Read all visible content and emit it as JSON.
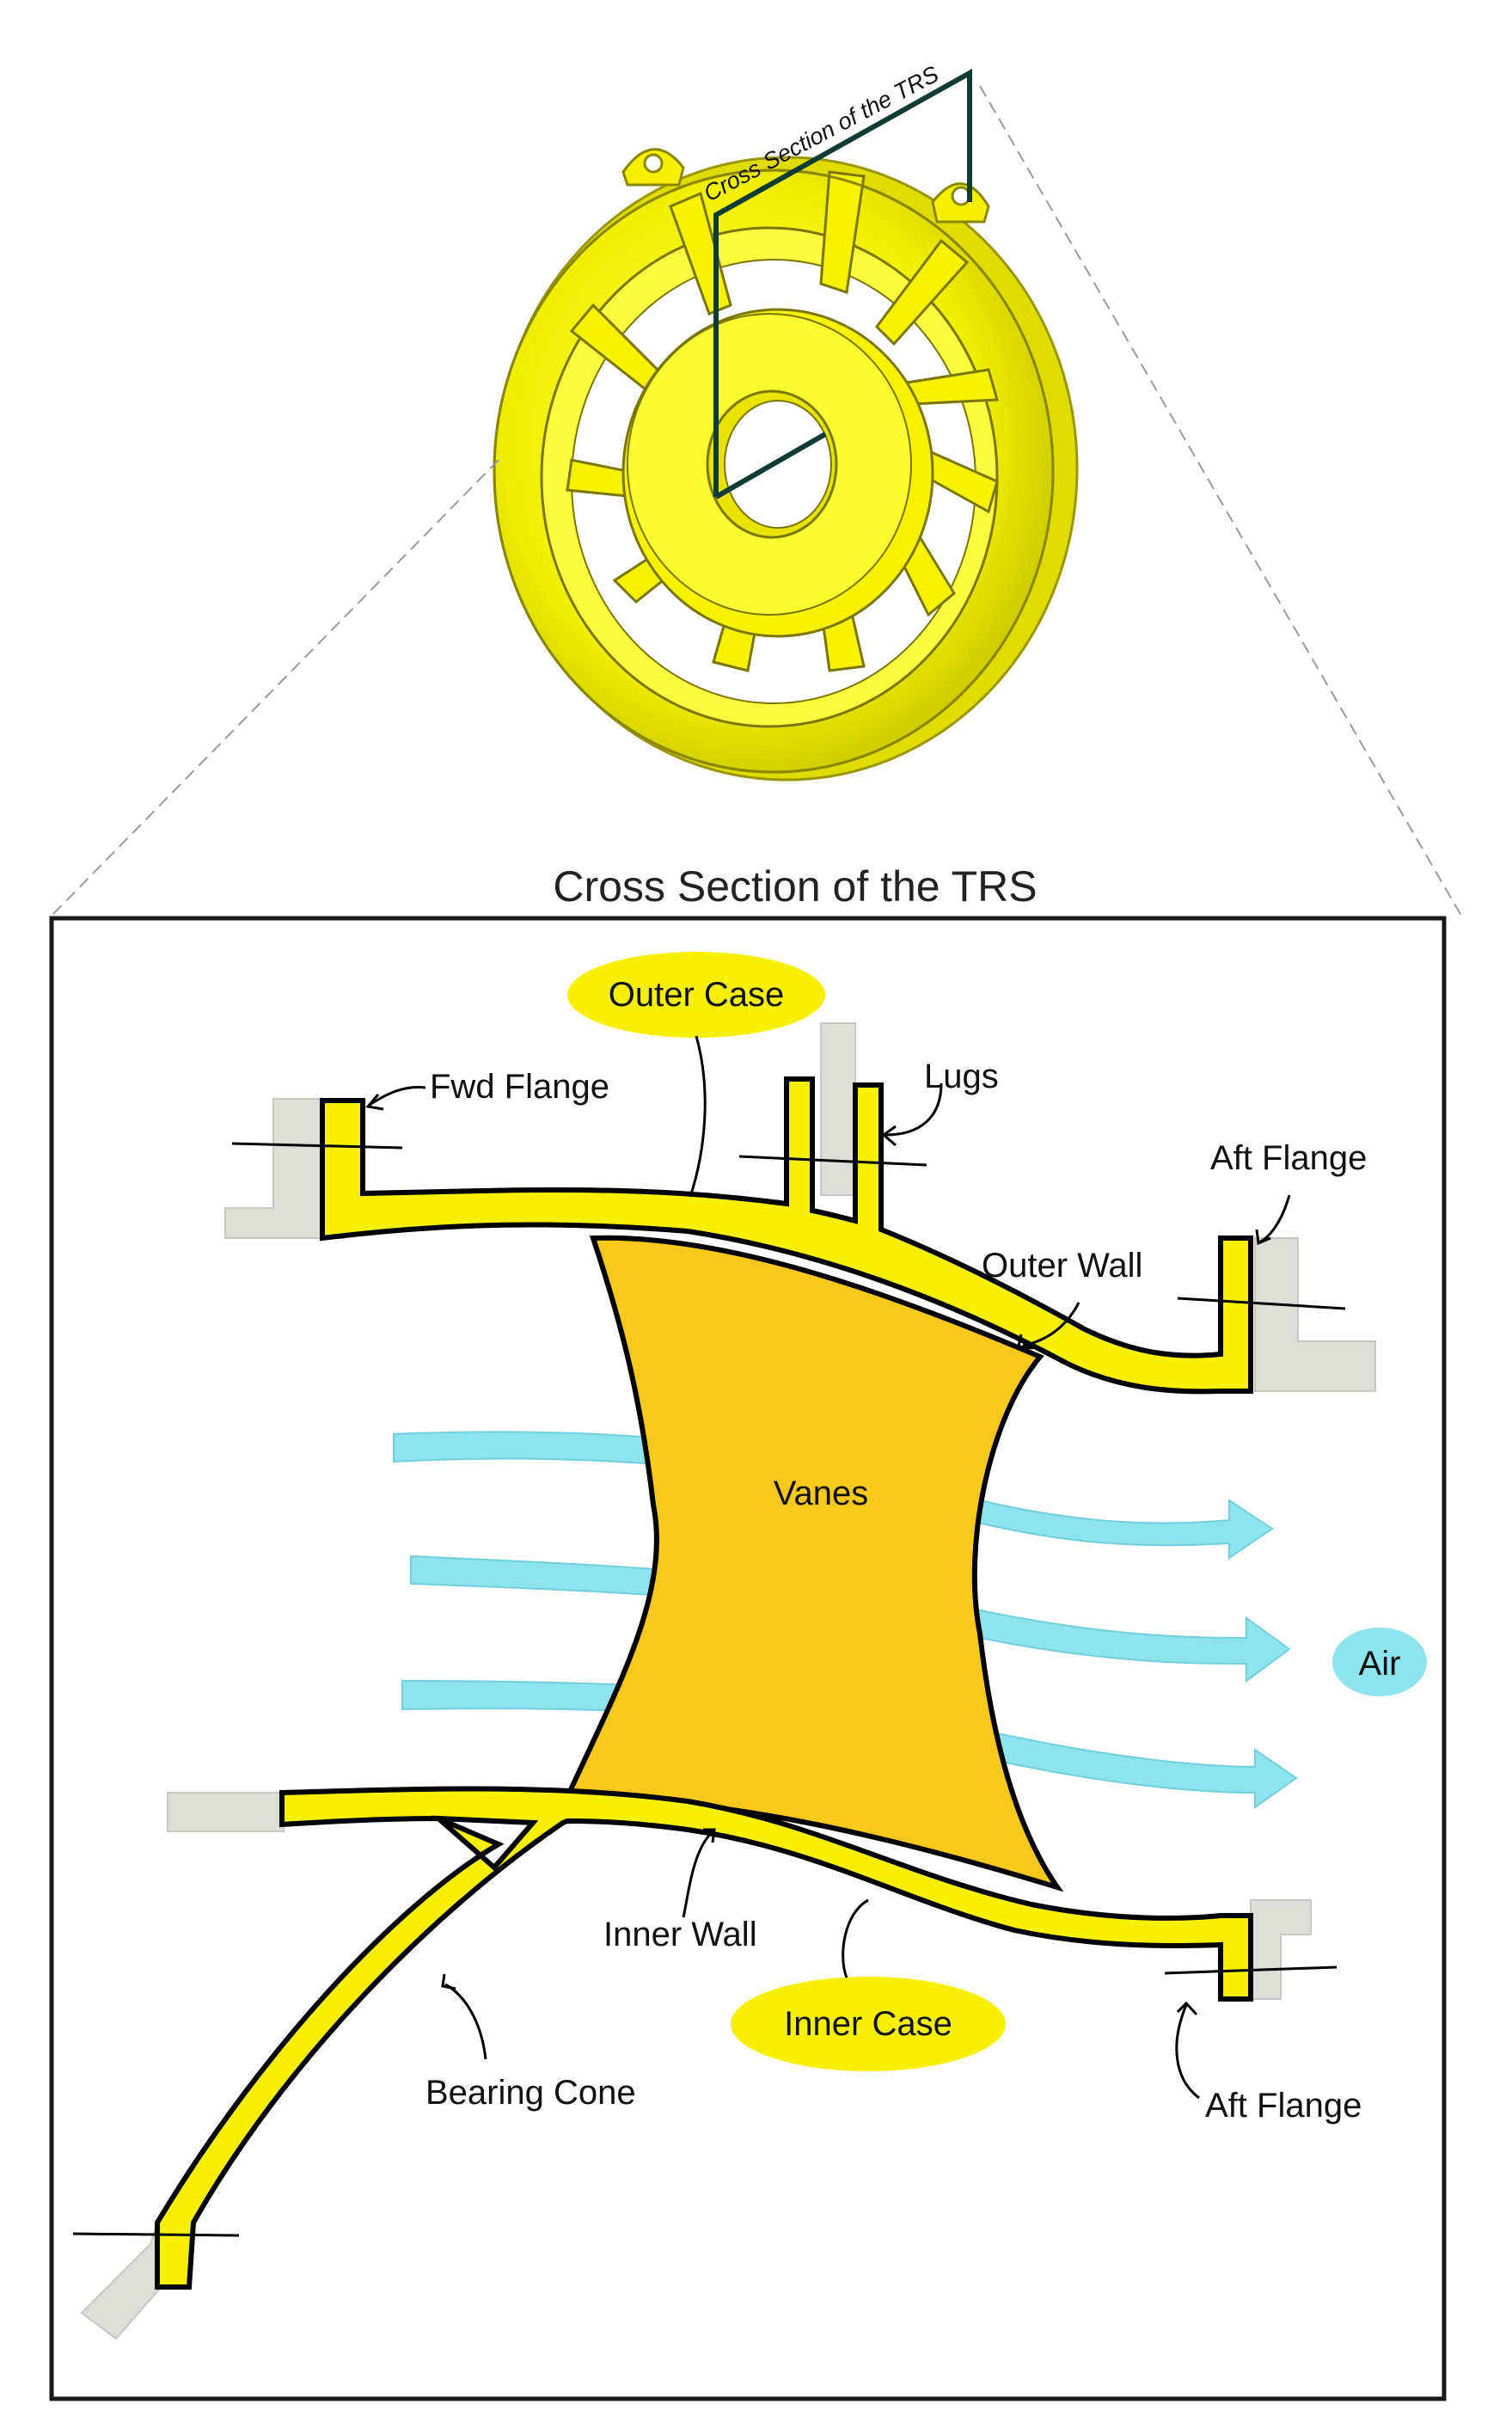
{
  "colors": {
    "part_yellow": "#f7f000",
    "vane_orange": "#f8c81a",
    "air_blue": "#8ee4ee",
    "outline": "#000000",
    "mating_gray": "#d9d9d4",
    "section_plane": "#0e3b34"
  },
  "icons": [
    "trs-3d-render",
    "section-plane",
    "air-flow-arrow"
  ],
  "top_view": {
    "plane_label": "Cross Section of the TRS"
  },
  "detail": {
    "title": "Cross Section of the TRS",
    "labels": {
      "outer_case": "Outer Case",
      "fwd_flange": "Fwd Flange",
      "lugs": "Lugs",
      "aft_flange_top": "Aft Flange",
      "outer_wall": "Outer Wall",
      "vanes": "Vanes",
      "air": "Air",
      "inner_wall": "Inner Wall",
      "inner_case": "Inner Case",
      "bearing_cone": "Bearing Cone",
      "aft_flange_bottom": "Aft Flange"
    }
  }
}
